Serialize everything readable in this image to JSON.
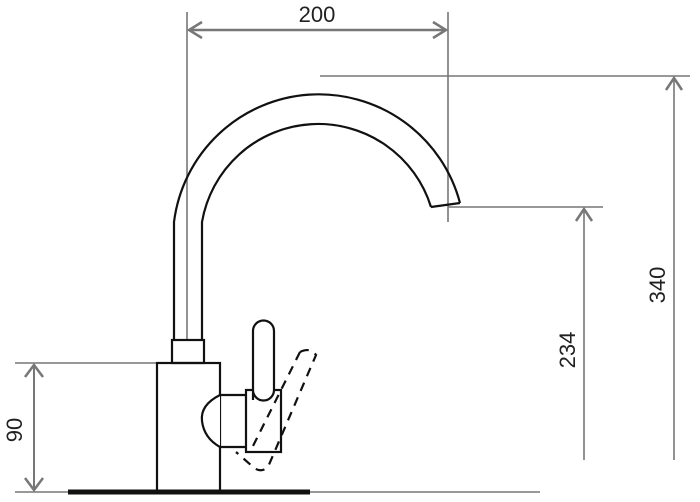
{
  "dimensions": {
    "spout_reach": "200",
    "total_height": "340",
    "spout_height": "234",
    "base_height": "90"
  },
  "colors": {
    "outline": "#111111",
    "dimension": "#777777"
  }
}
